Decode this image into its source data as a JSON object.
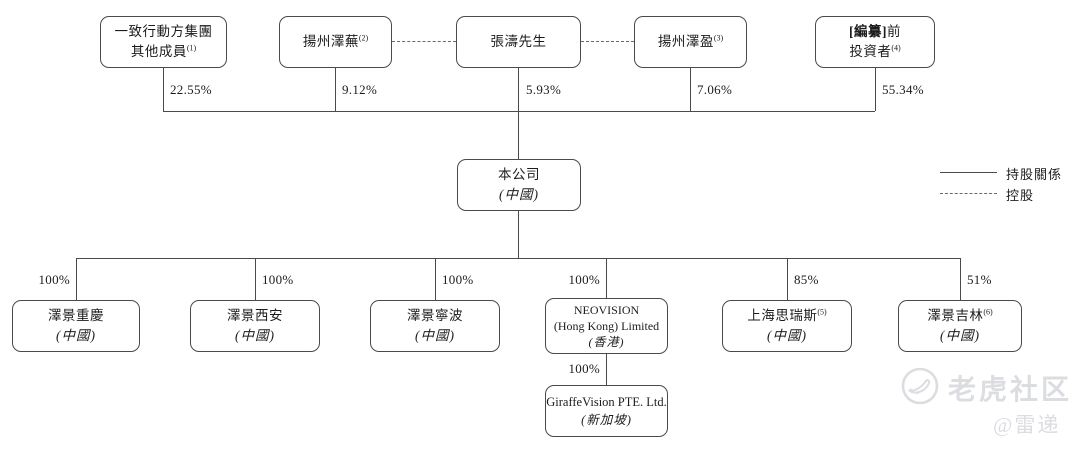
{
  "diagram": {
    "parents": [
      {
        "line1": "一致行動方集團",
        "line2": "其他成員",
        "sup": "(1)",
        "percent": "22.55%"
      },
      {
        "line1": "揚州澤蕪",
        "sup": "(2)",
        "percent": "9.12%"
      },
      {
        "line1": "張濤先生",
        "sup": "",
        "percent": "5.93%"
      },
      {
        "line1": "揚州澤盈",
        "sup": "(3)",
        "percent": "7.06%"
      },
      {
        "line1_bold": "[編纂]",
        "line1_rest": "前",
        "line2": "投資者",
        "sup": "(4)",
        "percent": "55.34%"
      }
    ],
    "company": {
      "name": "本公司",
      "country": "(中國)"
    },
    "legend": {
      "solid_label": "持股關係",
      "dashed_label": "控股"
    },
    "subsidiaries": [
      {
        "name": "澤景重慶",
        "country": "(中國)",
        "percent": "100%"
      },
      {
        "name": "澤景西安",
        "country": "(中國)",
        "percent": "100%"
      },
      {
        "name": "澤景寧波",
        "country": "(中國)",
        "percent": "100%"
      },
      {
        "name_l1": "NEOVISION",
        "name_l2": "(Hong Kong) Limited",
        "country": "(香港)",
        "percent": "100%"
      },
      {
        "name": "上海思瑞斯",
        "sup": "(5)",
        "country": "(中國)",
        "percent": "85%"
      },
      {
        "name": "澤景吉林",
        "sup": "(6)",
        "country": "(中國)",
        "percent": "51%"
      }
    ],
    "grandchild": {
      "name": "GiraffeVision PTE. Ltd.",
      "country": "(新加坡)",
      "percent": "100%"
    }
  },
  "watermark": {
    "brand": "老虎社区",
    "handle": "@雷递"
  }
}
